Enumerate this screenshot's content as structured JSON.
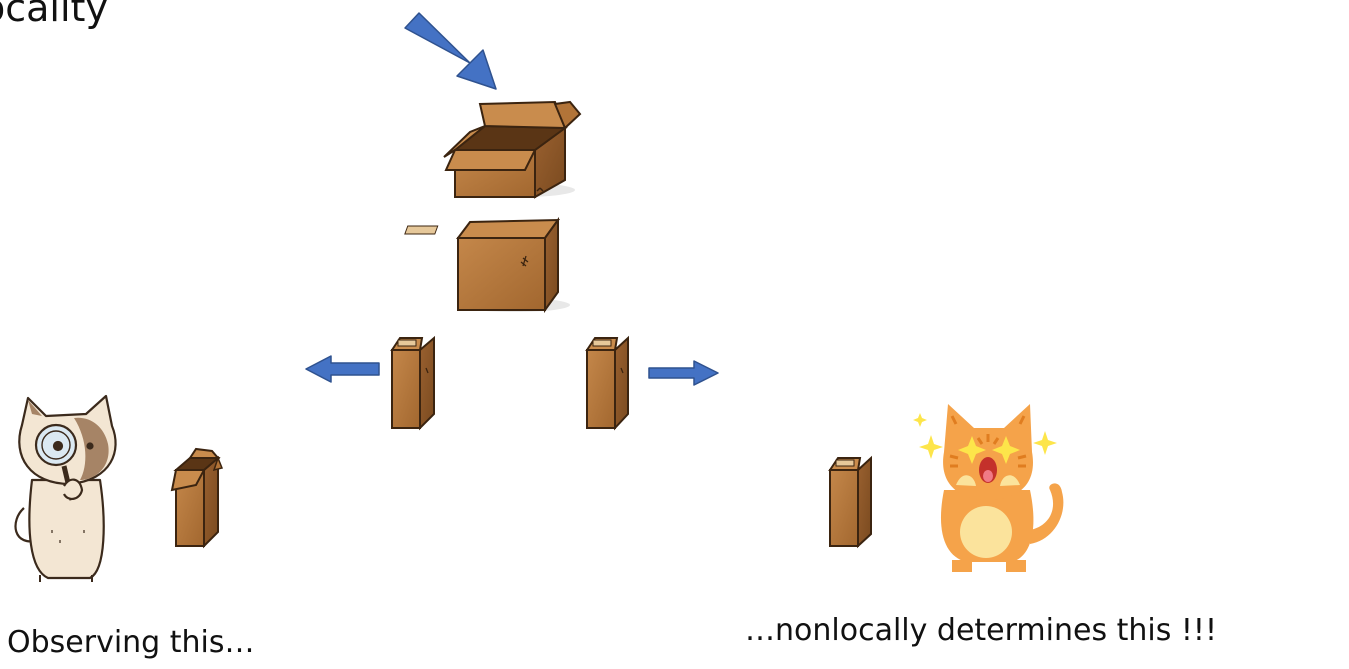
{
  "slide": {
    "title": "ocality",
    "caption_left": "Observing this…",
    "caption_right": "…nonlocally determines this !!!"
  },
  "colors": {
    "arrow_fill": "#4472c4",
    "arrow_stroke": "#2f528f",
    "box_front": "#b5773a",
    "box_side": "#8e5826",
    "box_top": "#c98c4d",
    "outline": "#3b2410",
    "cat_left": "#f3e6d3",
    "cat_right": "#f5a34a"
  },
  "icons": [
    "down-right-arrow-icon",
    "left-arrow-icon",
    "right-arrow-icon",
    "open-box-icon",
    "closed-box-icon",
    "cat-with-magnifier-icon",
    "surprised-cat-icon",
    "sparkle-icon"
  ]
}
